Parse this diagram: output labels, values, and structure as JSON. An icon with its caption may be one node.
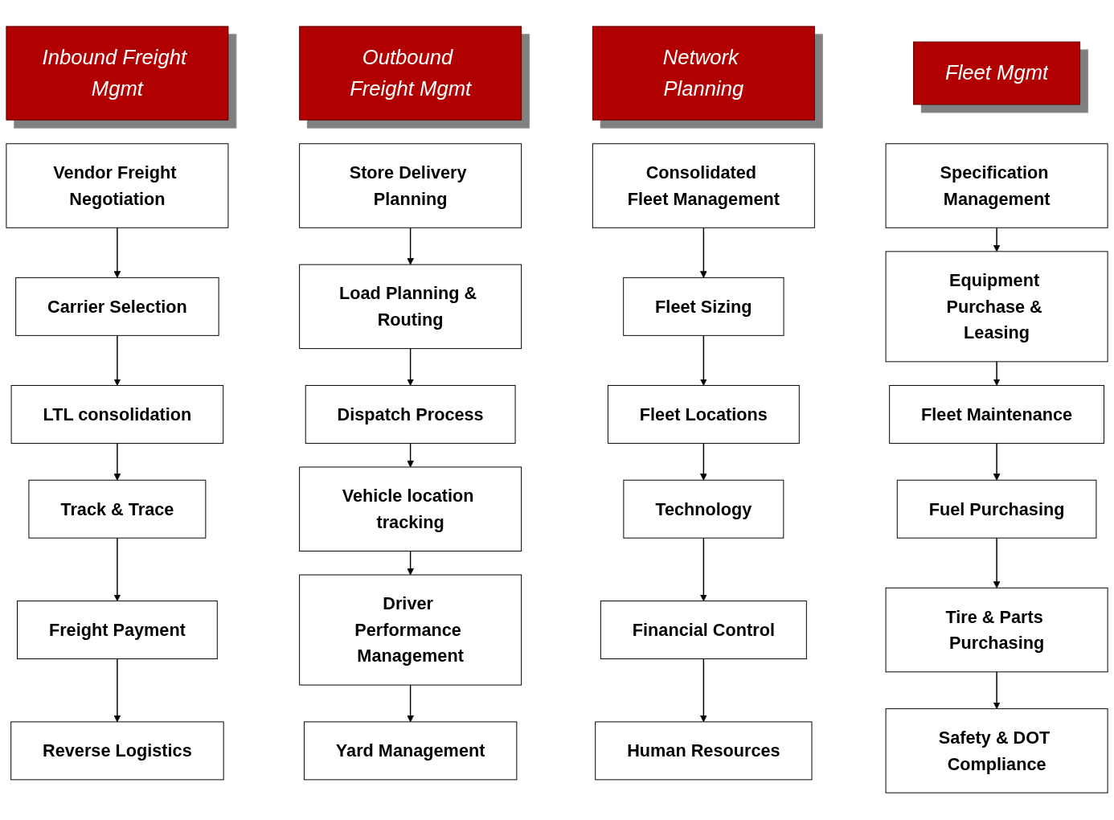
{
  "diagram": {
    "nodes": [
      {
        "text": [
          "Inbound Freight Mgmt"
        ]
      },
      {
        "text": [
          "Vendor Freight Negotiation"
        ]
      },
      {
        "text": [
          "Carrier Selection"
        ]
      },
      {
        "text": [
          "LTL consolidation"
        ]
      },
      {
        "text": [
          "Track & Trace"
        ]
      },
      {
        "text": [
          "Freight Payment"
        ]
      },
      {
        "text": [
          "Reverse Logistics"
        ]
      },
      {
        "text": [
          "Outbound Freight Mgmt"
        ]
      },
      {
        "text": [
          "Store Delivery Planning"
        ]
      },
      {
        "text": [
          "Load Planning & Routing"
        ]
      },
      {
        "text": [
          "Dispatch Process"
        ]
      },
      {
        "text": [
          "Vehicle location tracking"
        ]
      },
      {
        "text": [
          "Driver Performance Management"
        ]
      },
      {
        "text": [
          "Yard Management"
        ]
      },
      {
        "text": [
          "Network Planning"
        ]
      },
      {
        "text": [
          "Consolidated Fleet Management"
        ]
      },
      {
        "text": [
          "Fleet Sizing"
        ]
      },
      {
        "text": [
          "Fleet Locations"
        ]
      },
      {
        "text": [
          "Technology"
        ]
      },
      {
        "text": [
          "Financial Control"
        ]
      },
      {
        "text": [
          "Human Resources"
        ]
      },
      {
        "text": [
          "Fleet Mgmt"
        ]
      },
      {
        "text": [
          "Specification Management"
        ]
      },
      {
        "text": [
          "Equipment Purchase & Leasing"
        ]
      },
      {
        "text": [
          "Fleet Maintenance"
        ]
      },
      {
        "text": [
          "Fuel Purchasing"
        ]
      },
      {
        "text": [
          "Tire & Parts Purchasing"
        ]
      },
      {
        "text": [
          "Safety & DOT Compliance"
        ]
      }
    ],
    "edges": [
      {
        "from": 1,
        "to": 2,
        "arrow": "to"
      },
      {
        "from": 2,
        "to": 3,
        "arrow": "to"
      },
      {
        "from": 3,
        "to": 4,
        "arrow": "to"
      },
      {
        "from": 4,
        "to": 5,
        "arrow": "to"
      },
      {
        "from": 5,
        "to": 6,
        "arrow": "to"
      },
      {
        "from": 8,
        "to": 9,
        "arrow": "to"
      },
      {
        "from": 9,
        "to": 10,
        "arrow": "to"
      },
      {
        "from": 10,
        "to": 11,
        "arrow": "to"
      },
      {
        "from": 11,
        "to": 12,
        "arrow": "to"
      },
      {
        "from": 12,
        "to": 13,
        "arrow": "to"
      },
      {
        "from": 15,
        "to": 16,
        "arrow": "to"
      },
      {
        "from": 16,
        "to": 17,
        "arrow": "to"
      },
      {
        "from": 17,
        "to": 18,
        "arrow": "to"
      },
      {
        "from": 18,
        "to": 19,
        "arrow": "to"
      },
      {
        "from": 19,
        "to": 20,
        "arrow": "to"
      },
      {
        "from": 22,
        "to": 23,
        "arrow": "to"
      },
      {
        "from": 23,
        "to": 24,
        "arrow": "to"
      },
      {
        "from": 24,
        "to": 25,
        "arrow": "to"
      },
      {
        "from": 25,
        "to": 26,
        "arrow": "to"
      },
      {
        "from": 26,
        "to": 27,
        "arrow": "to"
      }
    ]
  }
}
